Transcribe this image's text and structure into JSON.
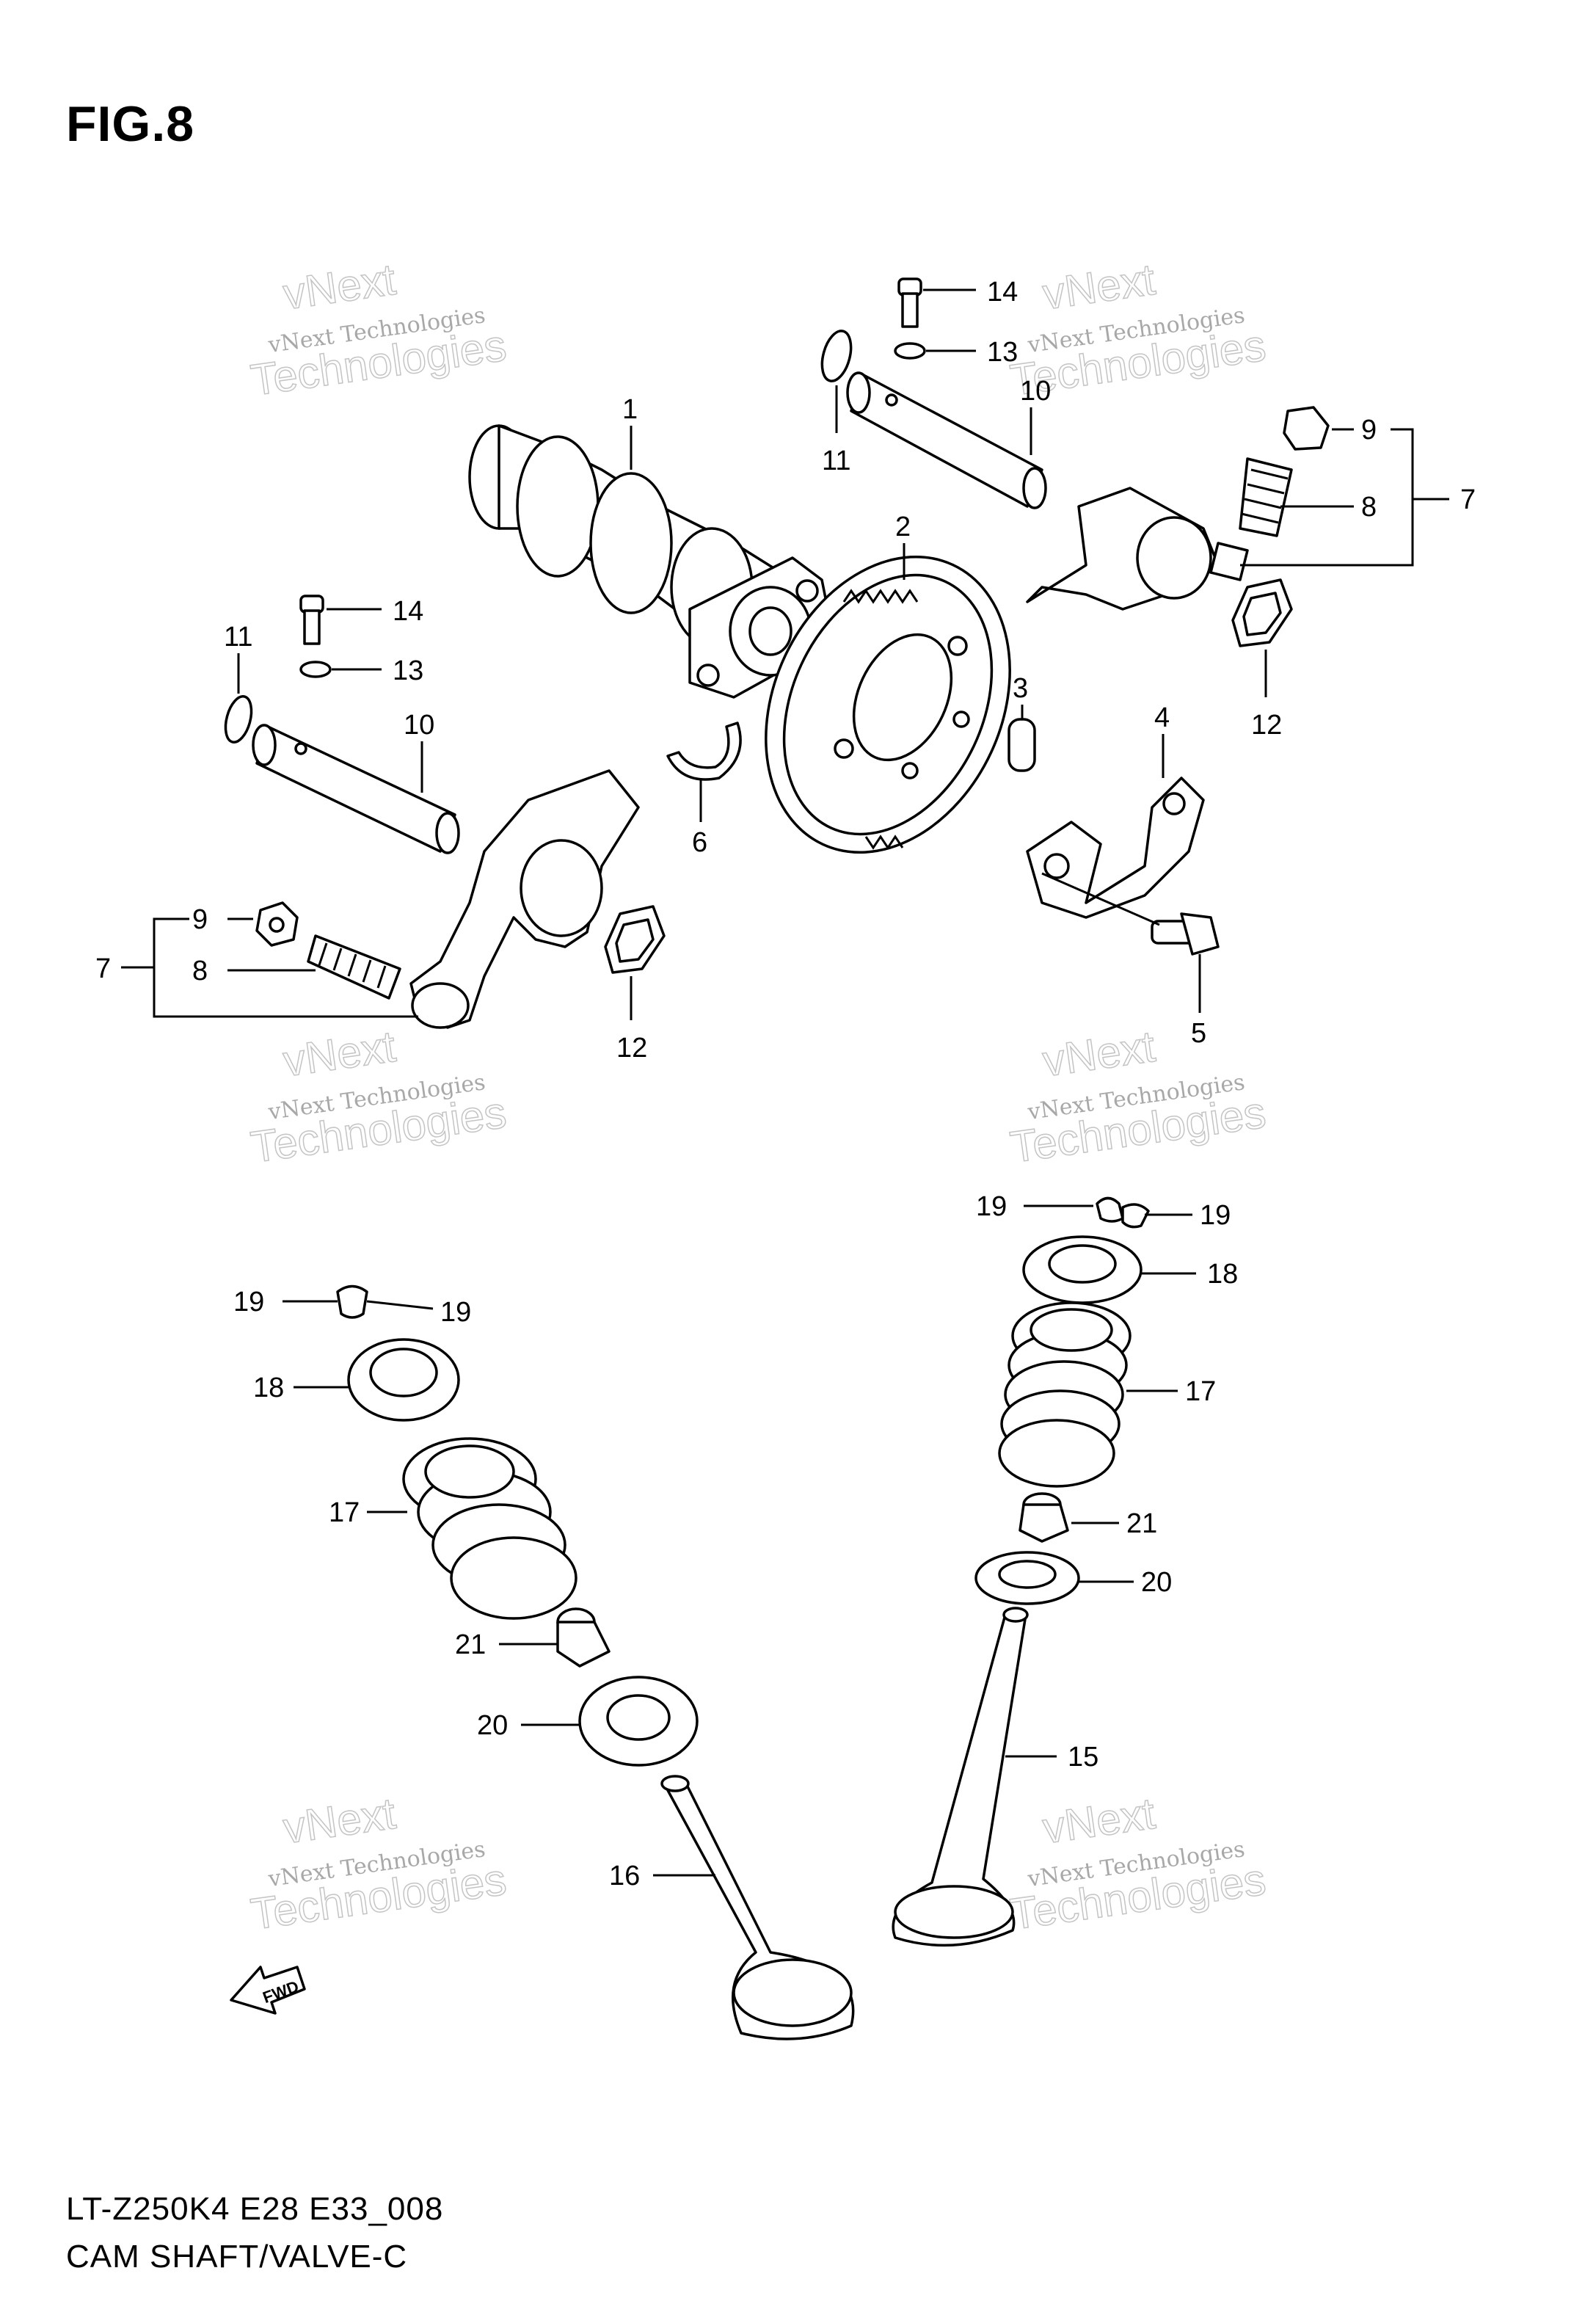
{
  "figure": {
    "title": "FIG.8",
    "code": "LT-Z250K4 E28 E33_008",
    "caption": "CAM SHAFT/VALVE-C",
    "fwd_label": "FWD"
  },
  "watermark": {
    "line1": "vNext",
    "line2": "vNext Technologies",
    "line3": "Technologies"
  },
  "callouts": {
    "c1": "1",
    "c2": "2",
    "c3": "3",
    "c4": "4",
    "c5": "5",
    "c6": "6",
    "c7a": "7",
    "c7b": "7",
    "c8a": "8",
    "c8b": "8",
    "c9a": "9",
    "c9b": "9",
    "c10a": "10",
    "c10b": "10",
    "c11a": "11",
    "c11b": "11",
    "c12a": "12",
    "c12b": "12",
    "c13a": "13",
    "c13b": "13",
    "c14a": "14",
    "c14b": "14",
    "c15": "15",
    "c16": "16",
    "c17a": "17",
    "c17b": "17",
    "c18a": "18",
    "c18b": "18",
    "c19a": "19",
    "c19b": "19",
    "c19c": "19",
    "c19d": "19",
    "c20a": "20",
    "c20b": "20",
    "c21a": "21",
    "c21b": "21"
  }
}
